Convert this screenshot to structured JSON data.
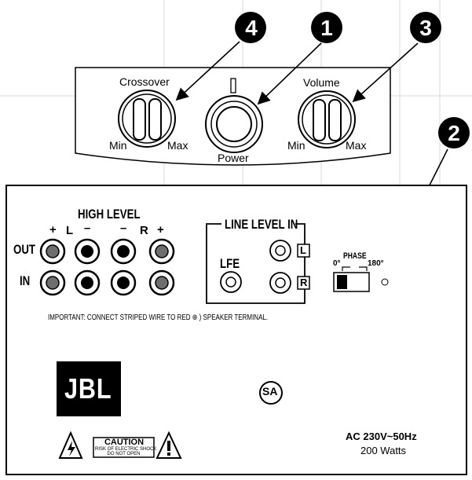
{
  "callouts": [
    "4",
    "1",
    "3",
    "2"
  ],
  "control_panel": {
    "crossover_label": "Crossover",
    "crossover_min": "Min",
    "crossover_max": "Max",
    "power_label": "Power",
    "volume_label": "Volume",
    "volume_min": "Min",
    "volume_max": "Max"
  },
  "rear_panel": {
    "high_level_title": "HIGH LEVEL",
    "polarity_labels": [
      "+",
      "L",
      "–",
      "–",
      "R",
      "+"
    ],
    "out_label": "OUT",
    "in_label": "IN",
    "line_level_title": "LINE LEVEL IN",
    "lfe_label": "LFE",
    "line_l_label": "L",
    "line_r_label": "R",
    "phase_label": "PHASE",
    "phase_0": "0°",
    "phase_180": "180°",
    "important_note": "IMPORTANT: CONNECT STRIPED WIRE  TO RED ⊕ ) SPEAKER TERMINAL.",
    "brand_logo": "JBL",
    "cert_mark": "SA",
    "caution_title": "CAUTION",
    "caution_line1": "RISK OF ELECTRIC SHOCK",
    "caution_line2": "DO NOT OPEN",
    "power_rating_line1": "AC 230V~50Hz",
    "power_rating_line2": "200 Watts"
  }
}
